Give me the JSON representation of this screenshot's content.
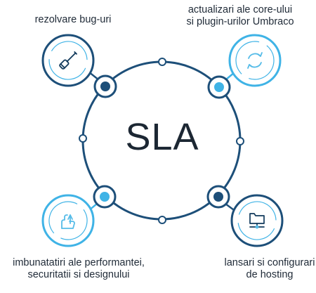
{
  "center": {
    "title": "SLA"
  },
  "services": [
    {
      "label_lines": [
        "rezolvare bug-uri"
      ],
      "icon": "screwdriver-icon"
    },
    {
      "label_lines": [
        "actualizari ale core-ului",
        "si plugin-urilor Umbraco"
      ],
      "icon": "refresh-icon"
    },
    {
      "label_lines": [
        "imbunatatiri ale performantei,",
        "securitatii si designului"
      ],
      "icon": "upload-icon"
    },
    {
      "label_lines": [
        "lansari si configurari",
        "de hosting"
      ],
      "icon": "folder-network-icon"
    }
  ],
  "colors": {
    "navy": "#1d4f79",
    "accent_blue": "#3fb3e6",
    "icon_stroke": "#123a5c",
    "icon_accent": "#56bce8"
  }
}
